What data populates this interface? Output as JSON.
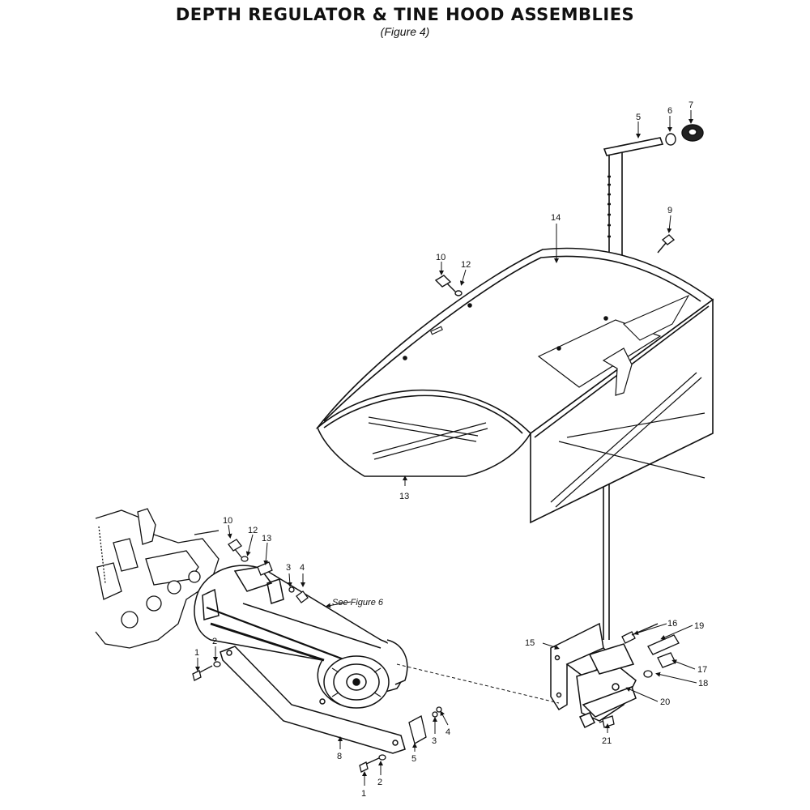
{
  "title": "DEPTH REGULATOR & TINE HOOD ASSEMBLIES",
  "subtitle": "(Figure 4)",
  "reference_note": "See Figure 6",
  "callouts": {
    "hood_5": "5",
    "hood_6": "6",
    "hood_7": "7",
    "hood_9": "9",
    "hood_14": "14",
    "hood_10": "10",
    "hood_12": "12",
    "hood_13": "13",
    "trans_10": "10",
    "trans_12": "12",
    "trans_13": "13",
    "trans_3": "3",
    "trans_4": "4",
    "arm_1": "1",
    "arm_2": "2",
    "arm_8": "8",
    "arm_5": "5",
    "arm_3": "3",
    "arm_4": "4",
    "arm_1b": "1",
    "arm_2b": "2",
    "brk_15": "15",
    "brk_16": "16",
    "brk_19": "19",
    "brk_17": "17",
    "brk_18": "18",
    "brk_20": "20",
    "brk_21": "21"
  }
}
